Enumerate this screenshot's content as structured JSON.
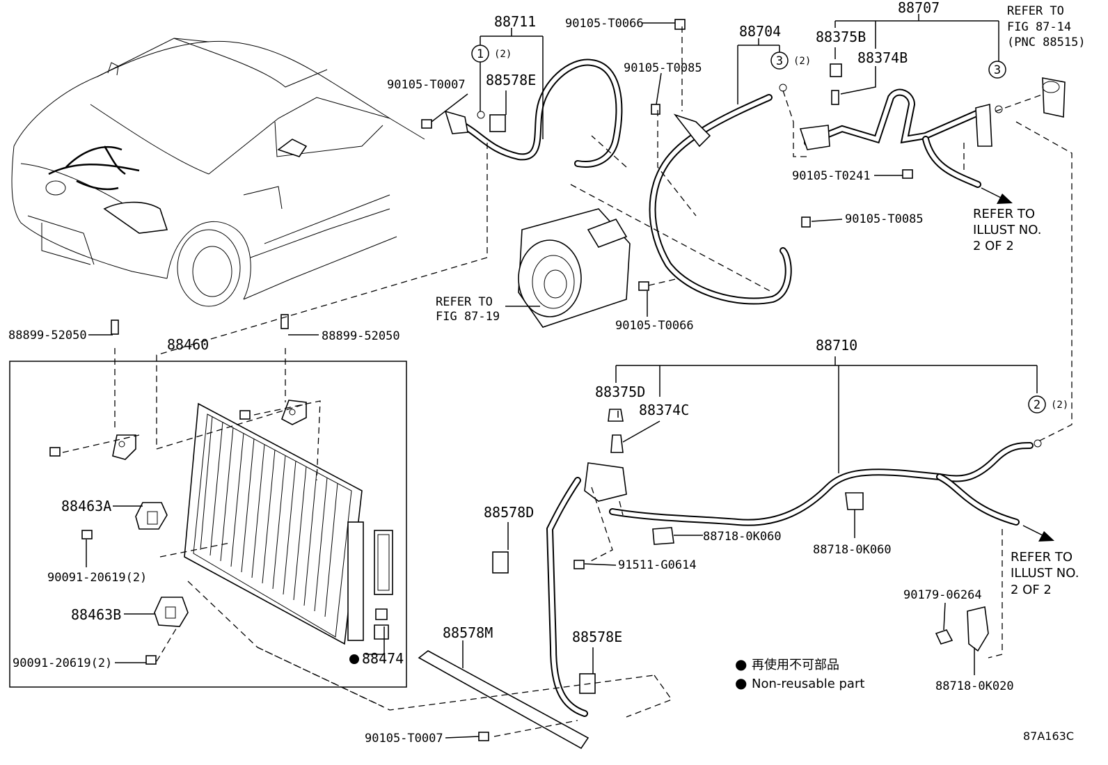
{
  "diagram_code": "87A163C",
  "legend": {
    "symbol": "●",
    "line_jp": "再使用不可部品",
    "line_en": "Non-reusable part"
  },
  "labels": {
    "p88711": "88711",
    "p90105_T0066_top": "90105-T0066",
    "p88704": "88704",
    "p88707": "88707",
    "refer_fig_87_14_l1": "REFER TO",
    "refer_fig_87_14_l2": "FIG 87-14",
    "refer_fig_87_14_l3": "(PNC 88515)",
    "p88375B": "88375B",
    "p88374B": "88374B",
    "p90105_T0007_top": "90105-T0007",
    "p88578E_top": "88578E",
    "p90105_T0085_top": "90105-T0085",
    "p90105_T0241": "90105-T0241",
    "p90105_T0085_right": "90105-T0085",
    "refer_illust_a_l1": "REFER TO",
    "refer_illust_a_l2": "ILLUST NO.",
    "refer_illust_a_l3": "2 OF 2",
    "refer_fig_87_19_l1": "REFER TO",
    "refer_fig_87_19_l2": "FIG 87-19",
    "p90105_T0066_bottom": "90105-T0066",
    "p88899_52050_left": "88899-52050",
    "p88899_52050_right": "88899-52050",
    "p88460": "88460",
    "p88710": "88710",
    "p88375D": "88375D",
    "p88374C": "88374C",
    "p88463A": "88463A",
    "p90091_20619_a": "90091-20619(2)",
    "p88463B": "88463B",
    "p90091_20619_b": "90091-20619(2)",
    "p88474": "88474",
    "p88578D": "88578D",
    "p88718_0K060_a": "88718-0K060",
    "p88718_0K060_b": "88718-0K060",
    "p91511_G0614": "91511-G0614",
    "refer_illust_b_l1": "REFER TO",
    "refer_illust_b_l2": "ILLUST NO.",
    "refer_illust_b_l3": "2 OF 2",
    "p90179_06264": "90179-06264",
    "p88718_0K020": "88718-0K020",
    "p88578M": "88578M",
    "p88578E_bottom": "88578E",
    "p90105_T0007_bottom": "90105-T0007"
  },
  "callouts": {
    "c1_num": "1",
    "c1_qty": "(2)",
    "c3a_num": "3",
    "c3a_qty": "(2)",
    "c3b_num": "3",
    "c2_num": "2",
    "c2_qty": "(2)"
  }
}
